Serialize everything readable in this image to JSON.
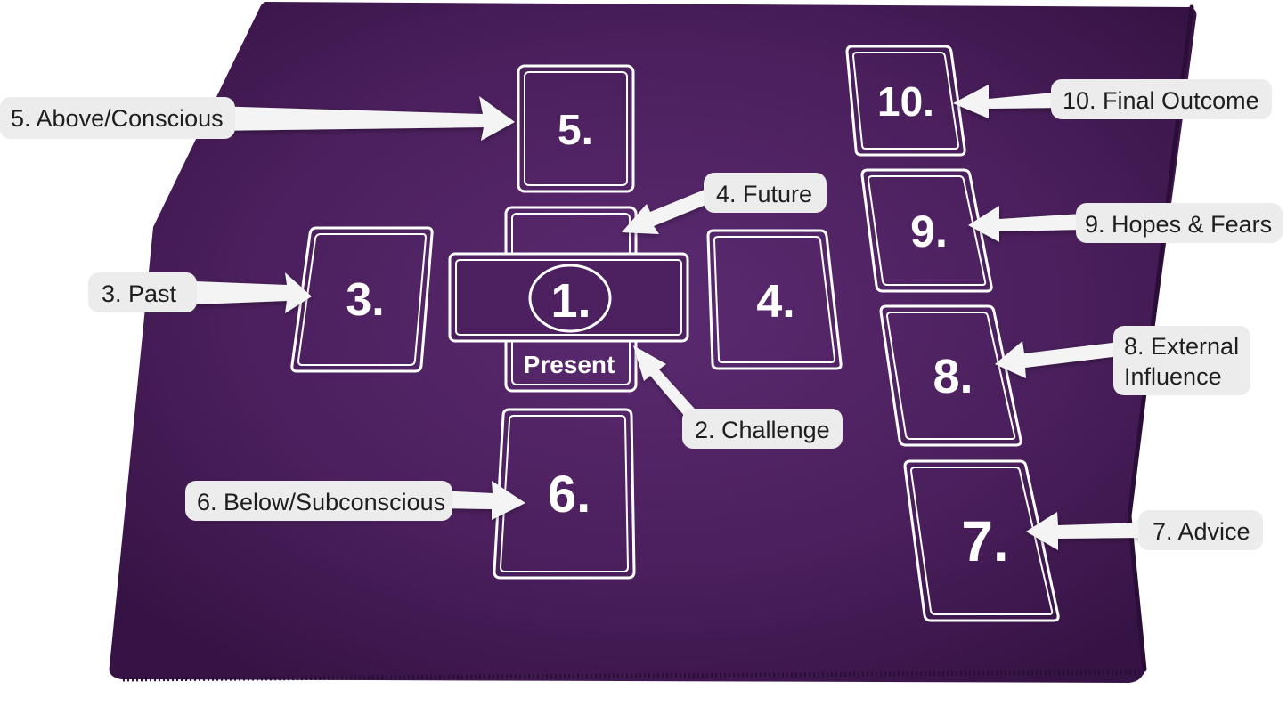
{
  "colors": {
    "cloth": "#4a1f5c",
    "cloth_highlight": "#5b2a70",
    "cloth_shadow": "#361345",
    "line": "#ffffff",
    "label_bg": "#ececec",
    "label_text": "#1e1e1e",
    "arrow": "#f4f4f4"
  },
  "cards": {
    "c1": "1.",
    "c3": "3.",
    "c4": "4.",
    "c5": "5.",
    "c6": "6.",
    "c7": "7.",
    "c8": "8.",
    "c9": "9.",
    "c10": "10."
  },
  "present_text": "Present",
  "labels": {
    "above": "5. Above/Conscious",
    "future": "4. Future",
    "past": "3. Past",
    "challenge": "2. Challenge",
    "below": "6. Below/Subconscious",
    "final": "10. Final Outcome",
    "hopes": "9. Hopes & Fears",
    "external_1": "8. External",
    "external_2": "Influence",
    "advice": "7. Advice"
  }
}
